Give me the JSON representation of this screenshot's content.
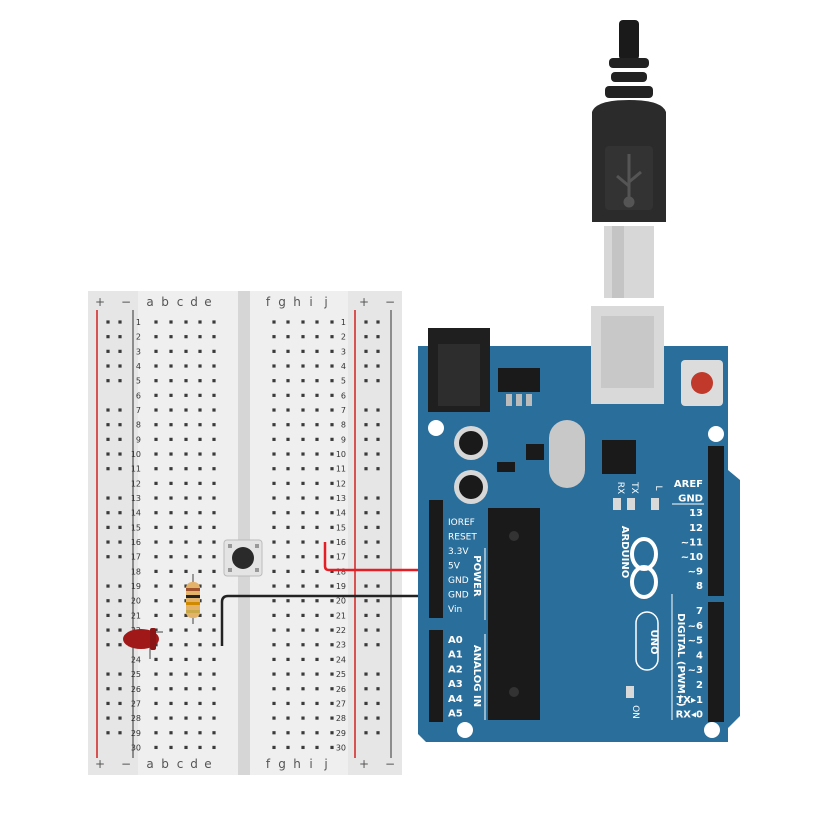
{
  "breadboard": {
    "rail_plus": "+",
    "rail_minus": "−",
    "cols_left": [
      "a",
      "b",
      "c",
      "d",
      "e"
    ],
    "cols_right": [
      "f",
      "g",
      "h",
      "i",
      "j"
    ],
    "rows": [
      "1",
      "2",
      "3",
      "4",
      "5",
      "6",
      "7",
      "8",
      "9",
      "10",
      "11",
      "12",
      "13",
      "14",
      "15",
      "16",
      "17",
      "18",
      "19",
      "20",
      "21",
      "22",
      "23",
      "24",
      "25",
      "26",
      "27",
      "28",
      "29",
      "30"
    ]
  },
  "arduino": {
    "power_pins": [
      "IOREF",
      "RESET",
      "3.3V",
      "5V",
      "GND",
      "GND",
      "Vin"
    ],
    "power_label": "POWER",
    "analog_pins": [
      "A0",
      "A1",
      "A2",
      "A3",
      "A4",
      "A5"
    ],
    "analog_label": "ANALOG IN",
    "digital_pins_top": [
      "AREF",
      "GND",
      "13",
      "12",
      "~11",
      "~10",
      "~9",
      "8"
    ],
    "digital_pins_bottom": [
      "7",
      "~6",
      "~5",
      "4",
      "~3",
      "2",
      "TX▸1",
      "RX◂0"
    ],
    "digital_label": "DIGITAL (PWM~)",
    "brand": "ARDUINO",
    "model": "UNO",
    "led_labels": [
      "RX",
      "TX",
      "L"
    ],
    "on_label": "ON",
    "colors": {
      "board": "#2a6f9b",
      "wire_red": "#e31e24",
      "wire_black": "#222222"
    }
  }
}
